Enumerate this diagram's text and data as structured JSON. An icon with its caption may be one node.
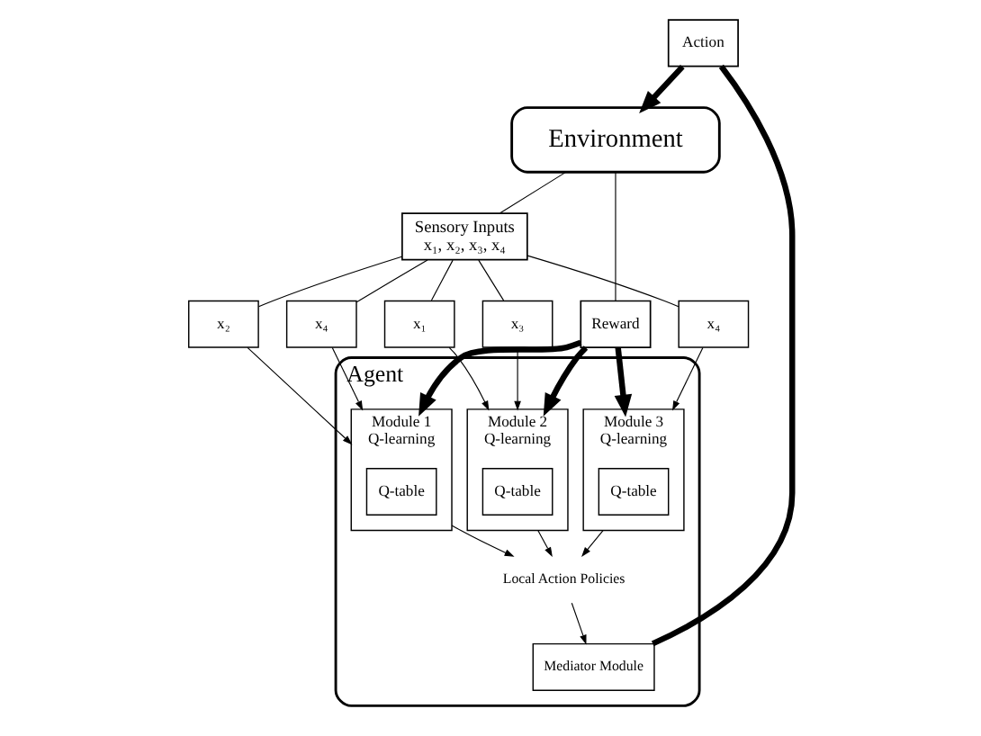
{
  "diagram": {
    "nodes": [
      {
        "text": [
          "Environment"
        ]
      },
      {
        "text": [
          "Reward"
        ]
      },
      {
        "text": [
          "Sensory Inputs",
          "x₁, x₂, x₃, x₄"
        ]
      },
      {
        "text": [
          "Action"
        ]
      },
      {
        "text": [
          "Agent"
        ]
      },
      {
        "text": [
          "Mediator Module"
        ],
        "in": 4
      },
      {
        "text": [
          "Local Action Policies"
        ],
        "in": 4
      },
      {
        "text": [
          "Module 1",
          "Q-learning"
        ],
        "in": 4
      },
      {
        "text": [
          "Q-table"
        ],
        "in": 7
      },
      {
        "text": [
          "Module 2",
          "Q-learning"
        ],
        "in": 4
      },
      {
        "text": [
          "Q-table"
        ],
        "in": 9
      },
      {
        "text": [
          "Module 3",
          "Q-learning"
        ],
        "in": 4
      },
      {
        "text": [
          "Q-table"
        ],
        "in": 11
      },
      {
        "text": [
          "x₂"
        ]
      },
      {
        "text": [
          "x₄"
        ]
      },
      {
        "text": [
          "x₁"
        ]
      },
      {
        "text": [
          "x₃"
        ]
      },
      {
        "text": [
          "x₄"
        ]
      }
    ],
    "edges": [
      {
        "from": 0,
        "to": 1,
        "arrow": "none"
      },
      {
        "from": 1,
        "to": 7,
        "arrow": "to",
        "style": "thick"
      },
      {
        "from": 1,
        "to": 9,
        "arrow": "to",
        "style": "thick"
      },
      {
        "from": 1,
        "to": 11,
        "arrow": "to",
        "style": "thick"
      },
      {
        "from": 0,
        "to": 2,
        "arrow": "none"
      },
      {
        "from": 2,
        "to": 13,
        "arrow": "none"
      },
      {
        "from": 2,
        "to": 14,
        "arrow": "none"
      },
      {
        "from": 2,
        "to": 15,
        "arrow": "none"
      },
      {
        "from": 2,
        "to": 16,
        "arrow": "none"
      },
      {
        "from": 2,
        "to": 17,
        "arrow": "none"
      },
      {
        "from": 13,
        "to": 7,
        "arrow": "to"
      },
      {
        "from": 14,
        "to": 7,
        "arrow": "to"
      },
      {
        "from": 15,
        "to": 9,
        "arrow": "to"
      },
      {
        "from": 16,
        "to": 9,
        "arrow": "to"
      },
      {
        "from": 17,
        "to": 11,
        "arrow": "to"
      },
      {
        "from": 7,
        "to": 6,
        "arrow": "to"
      },
      {
        "from": 9,
        "to": 6,
        "arrow": "to"
      },
      {
        "from": 11,
        "to": 6,
        "arrow": "to"
      },
      {
        "from": 6,
        "to": 5,
        "arrow": "to"
      },
      {
        "from": 5,
        "to": 3,
        "arrow": "none",
        "style": "thick"
      },
      {
        "from": 3,
        "to": 0,
        "arrow": "to",
        "style": "thick"
      }
    ]
  }
}
